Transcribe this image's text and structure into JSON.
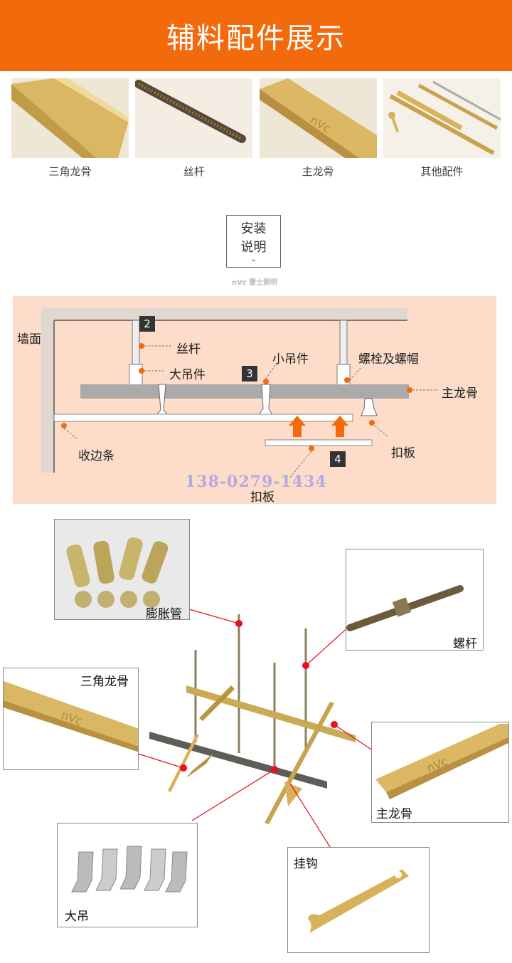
{
  "banner": {
    "title": "辅料配件展示"
  },
  "thumbnails": [
    {
      "caption": "三角龙骨"
    },
    {
      "caption": "丝杆"
    },
    {
      "caption": "主龙骨"
    },
    {
      "caption": "其他配件"
    }
  ],
  "install": {
    "line1": "安装",
    "line2": "说明",
    "brand": "nVc 雷士照明"
  },
  "diagram": {
    "labels": {
      "wall": "墙面",
      "screw_rod": "丝杆",
      "big_hanger": "大吊件",
      "small_hanger": "小吊件",
      "bolt_nut": "螺栓及螺帽",
      "main_keel": "主龙骨",
      "edge_strip": "收边条",
      "panel_right": "扣板",
      "panel_bottom": "扣板"
    },
    "steps": [
      "2",
      "3",
      "4"
    ],
    "phone": "138-0279-1434"
  },
  "parts": {
    "expansion_tube": "膨胀管",
    "screw_bar": "螺杆",
    "triangle_keel": "三角龙骨",
    "main_keel": "主龙骨",
    "big_hanger": "大吊",
    "hook": "挂钩"
  },
  "colors": {
    "accent": "#f26a0b",
    "diagram_bg": "#fddcca",
    "gold": "#d8b25a",
    "callout": "#e8101c"
  }
}
